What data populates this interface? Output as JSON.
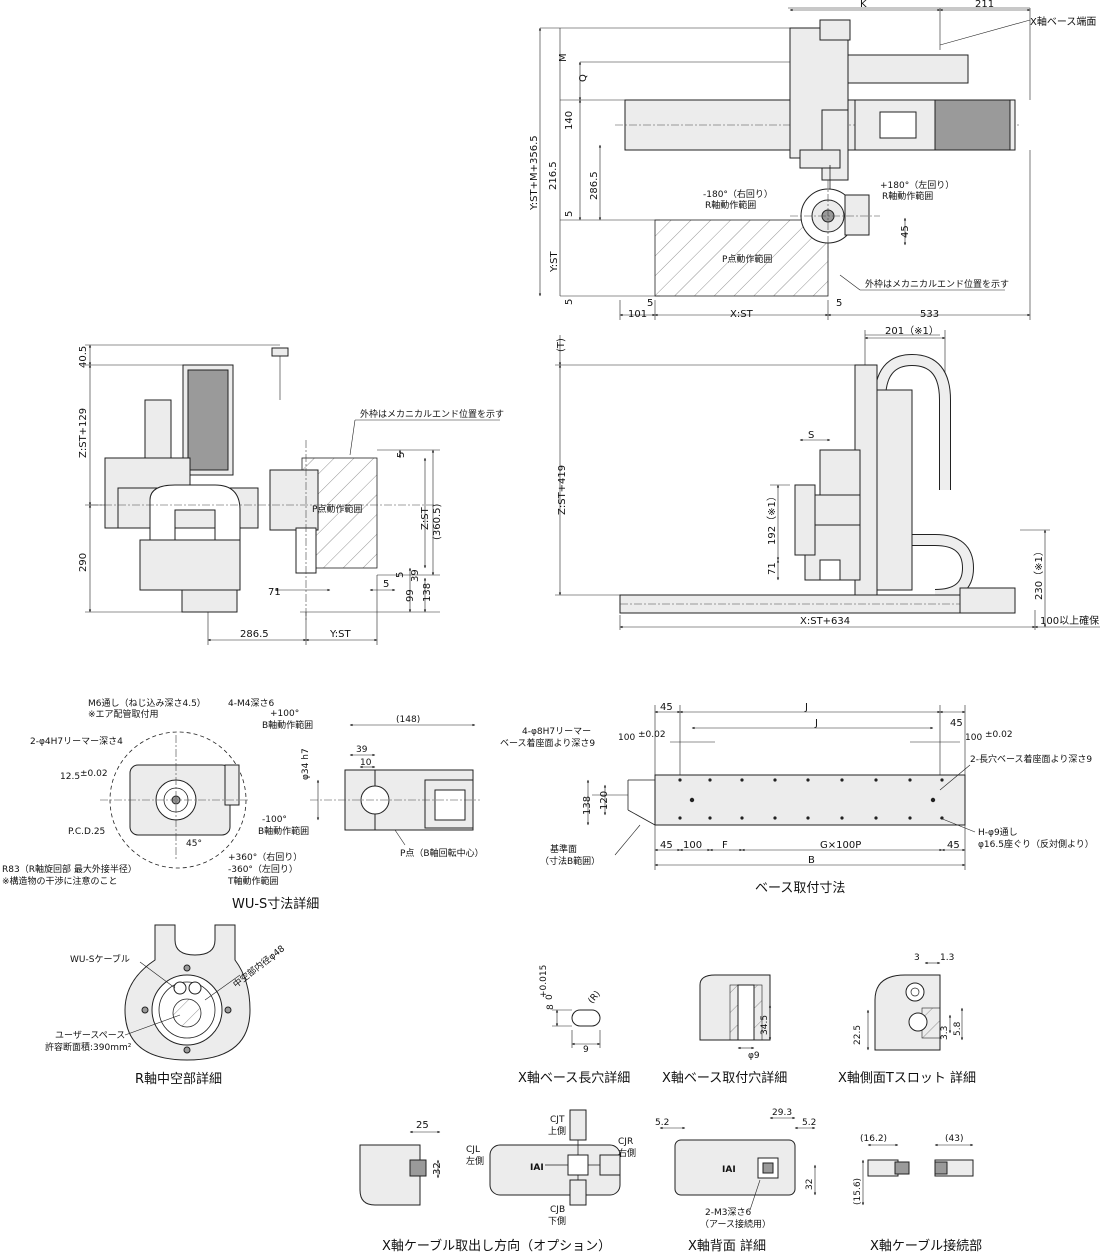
{
  "top_view": {
    "k": "K",
    "d211": "211",
    "x_base_end": "X軸ベース端面",
    "m": "M",
    "q": "Q",
    "d140": "140",
    "d286_5": "286.5",
    "d216_5": "216.5",
    "y_st_m": "Y:ST+M+356.5",
    "d5a": "5",
    "y_st": "Y:ST",
    "d5b": "5",
    "d45": "45",
    "minus180": "-180°（右回り）",
    "r_range_l": "R軸動作範囲",
    "plus180": "+180°（左回り）",
    "r_range_r": "R軸動作範囲",
    "p_range": "P点動作範囲",
    "outer_note": "外枠はメカニカルエンド位置を示す",
    "d5c": "5",
    "d5d": "5",
    "d101": "101",
    "x_st": "X:ST",
    "d533": "533"
  },
  "side_view": {
    "d40_5": "40.5",
    "z_st_129": "Z:ST+129",
    "d290": "290",
    "outer_note": "外枠はメカニカルエンド位置を示す",
    "d5a": "5",
    "p_range": "P点動作範囲",
    "z_st": "Z:ST",
    "d360_5": "(360.5)",
    "d5b": "5",
    "d5c": "5",
    "d39": "39",
    "d71": "71",
    "d99": "99",
    "d138": "138",
    "d286_5": "286.5",
    "y_st": "Y:ST"
  },
  "front_view": {
    "t": "(T)",
    "d201": "201（※1）",
    "s": "S",
    "z_st_419": "Z:ST+419",
    "d192": "192（※1）",
    "d71": "71",
    "d230": "230（※1）",
    "x_st_634": "X:ST+634",
    "d100": "100以上確保"
  },
  "wus": {
    "m6": "M6通し（ねじ込み深さ4.5）",
    "m6_note": "※エア配管取付用",
    "m4": "4-M4深さ6",
    "reamer": "2-φ4H7リーマー深さ4",
    "d12_5": "12.5",
    "tol": "±0.02",
    "pcd": "P.C.D.25",
    "d45deg": "45°",
    "r83": "R83（R軸旋回部 最大外接半径）",
    "r83_note": "※構造物の干渉に注意のこと",
    "plus360": "+360°（右回り）",
    "minus360": "-360°（左回り）",
    "t_range": "T軸動作範囲",
    "plus100": "+100°",
    "b_range1": "B軸動作範囲",
    "minus100": "-100°",
    "b_range2": "B軸動作範囲",
    "phi34": "φ34 h7",
    "d39": "39",
    "d10": "10",
    "d148": "(148)",
    "p_point": "P点（B軸回転中心）",
    "caption": "WU-S寸法詳細"
  },
  "base": {
    "d45a": "45",
    "j1": "J",
    "j2": "J",
    "d45b": "45",
    "reamer": "4-φ8H7リーマー",
    "reamer2": "ベース着座面より深さ9",
    "d100a": "100",
    "tol": "±0.02",
    "d100b": "100",
    "slot": "2-長穴ベース着座面より深さ9",
    "d138": "138",
    "d120": "120",
    "ref": "基準面",
    "ref2": "（寸法B範囲）",
    "hole": "H-φ9通し",
    "hole2": "φ16.5座ぐり（反対側より）",
    "d45c": "45",
    "d100c": "100",
    "f": "F",
    "gp": "G×100P",
    "d45d": "45",
    "b": "B",
    "caption": "ベース取付寸法"
  },
  "hollow": {
    "cable": "WU-Sケーブル",
    "inner": "中空部内径φ48",
    "user_space": "ユーザースペース",
    "area": "許容断面積:390mm²",
    "caption": "R軸中空部詳細"
  },
  "slot_detail": {
    "d8": "8",
    "tol": "+0.015",
    "tol0": "0",
    "r": "(R)",
    "d9": "9",
    "caption": "X軸ベース長穴詳細"
  },
  "hole_detail": {
    "d34_5": "34.5",
    "phi9": "φ9",
    "caption": "X軸ベース取付穴詳細"
  },
  "tslot_detail": {
    "d3": "3",
    "d1_3": "1.3",
    "d22_5": "22.5",
    "d3_3": "3.3",
    "d5_8": "5.8",
    "caption": "X軸側面Tスロット 詳細"
  },
  "cable_dir": {
    "d25": "25",
    "d32": "32",
    "cjt": "CJT",
    "cjt2": "上側",
    "cjl": "CJL",
    "cjl2": "左側",
    "cjr": "CJR",
    "cjr2": "右側",
    "cjb": "CJB",
    "cjb2": "下側",
    "iai": "IAI",
    "caption": "X軸ケーブル取出し方向（オプション）"
  },
  "back_detail": {
    "d5_2a": "5.2",
    "d29_3": "29.3",
    "d5_2b": "5.2",
    "d32": "32",
    "iai": "IAI",
    "m3": "2-M3深さ6",
    "m3_note": "（アース接続用）",
    "caption": "X軸背面 詳細"
  },
  "cable_conn": {
    "d16_2": "(16.2)",
    "d43": "(43)",
    "d15_6": "(15.6)",
    "caption": "X軸ケーブル接続部"
  }
}
